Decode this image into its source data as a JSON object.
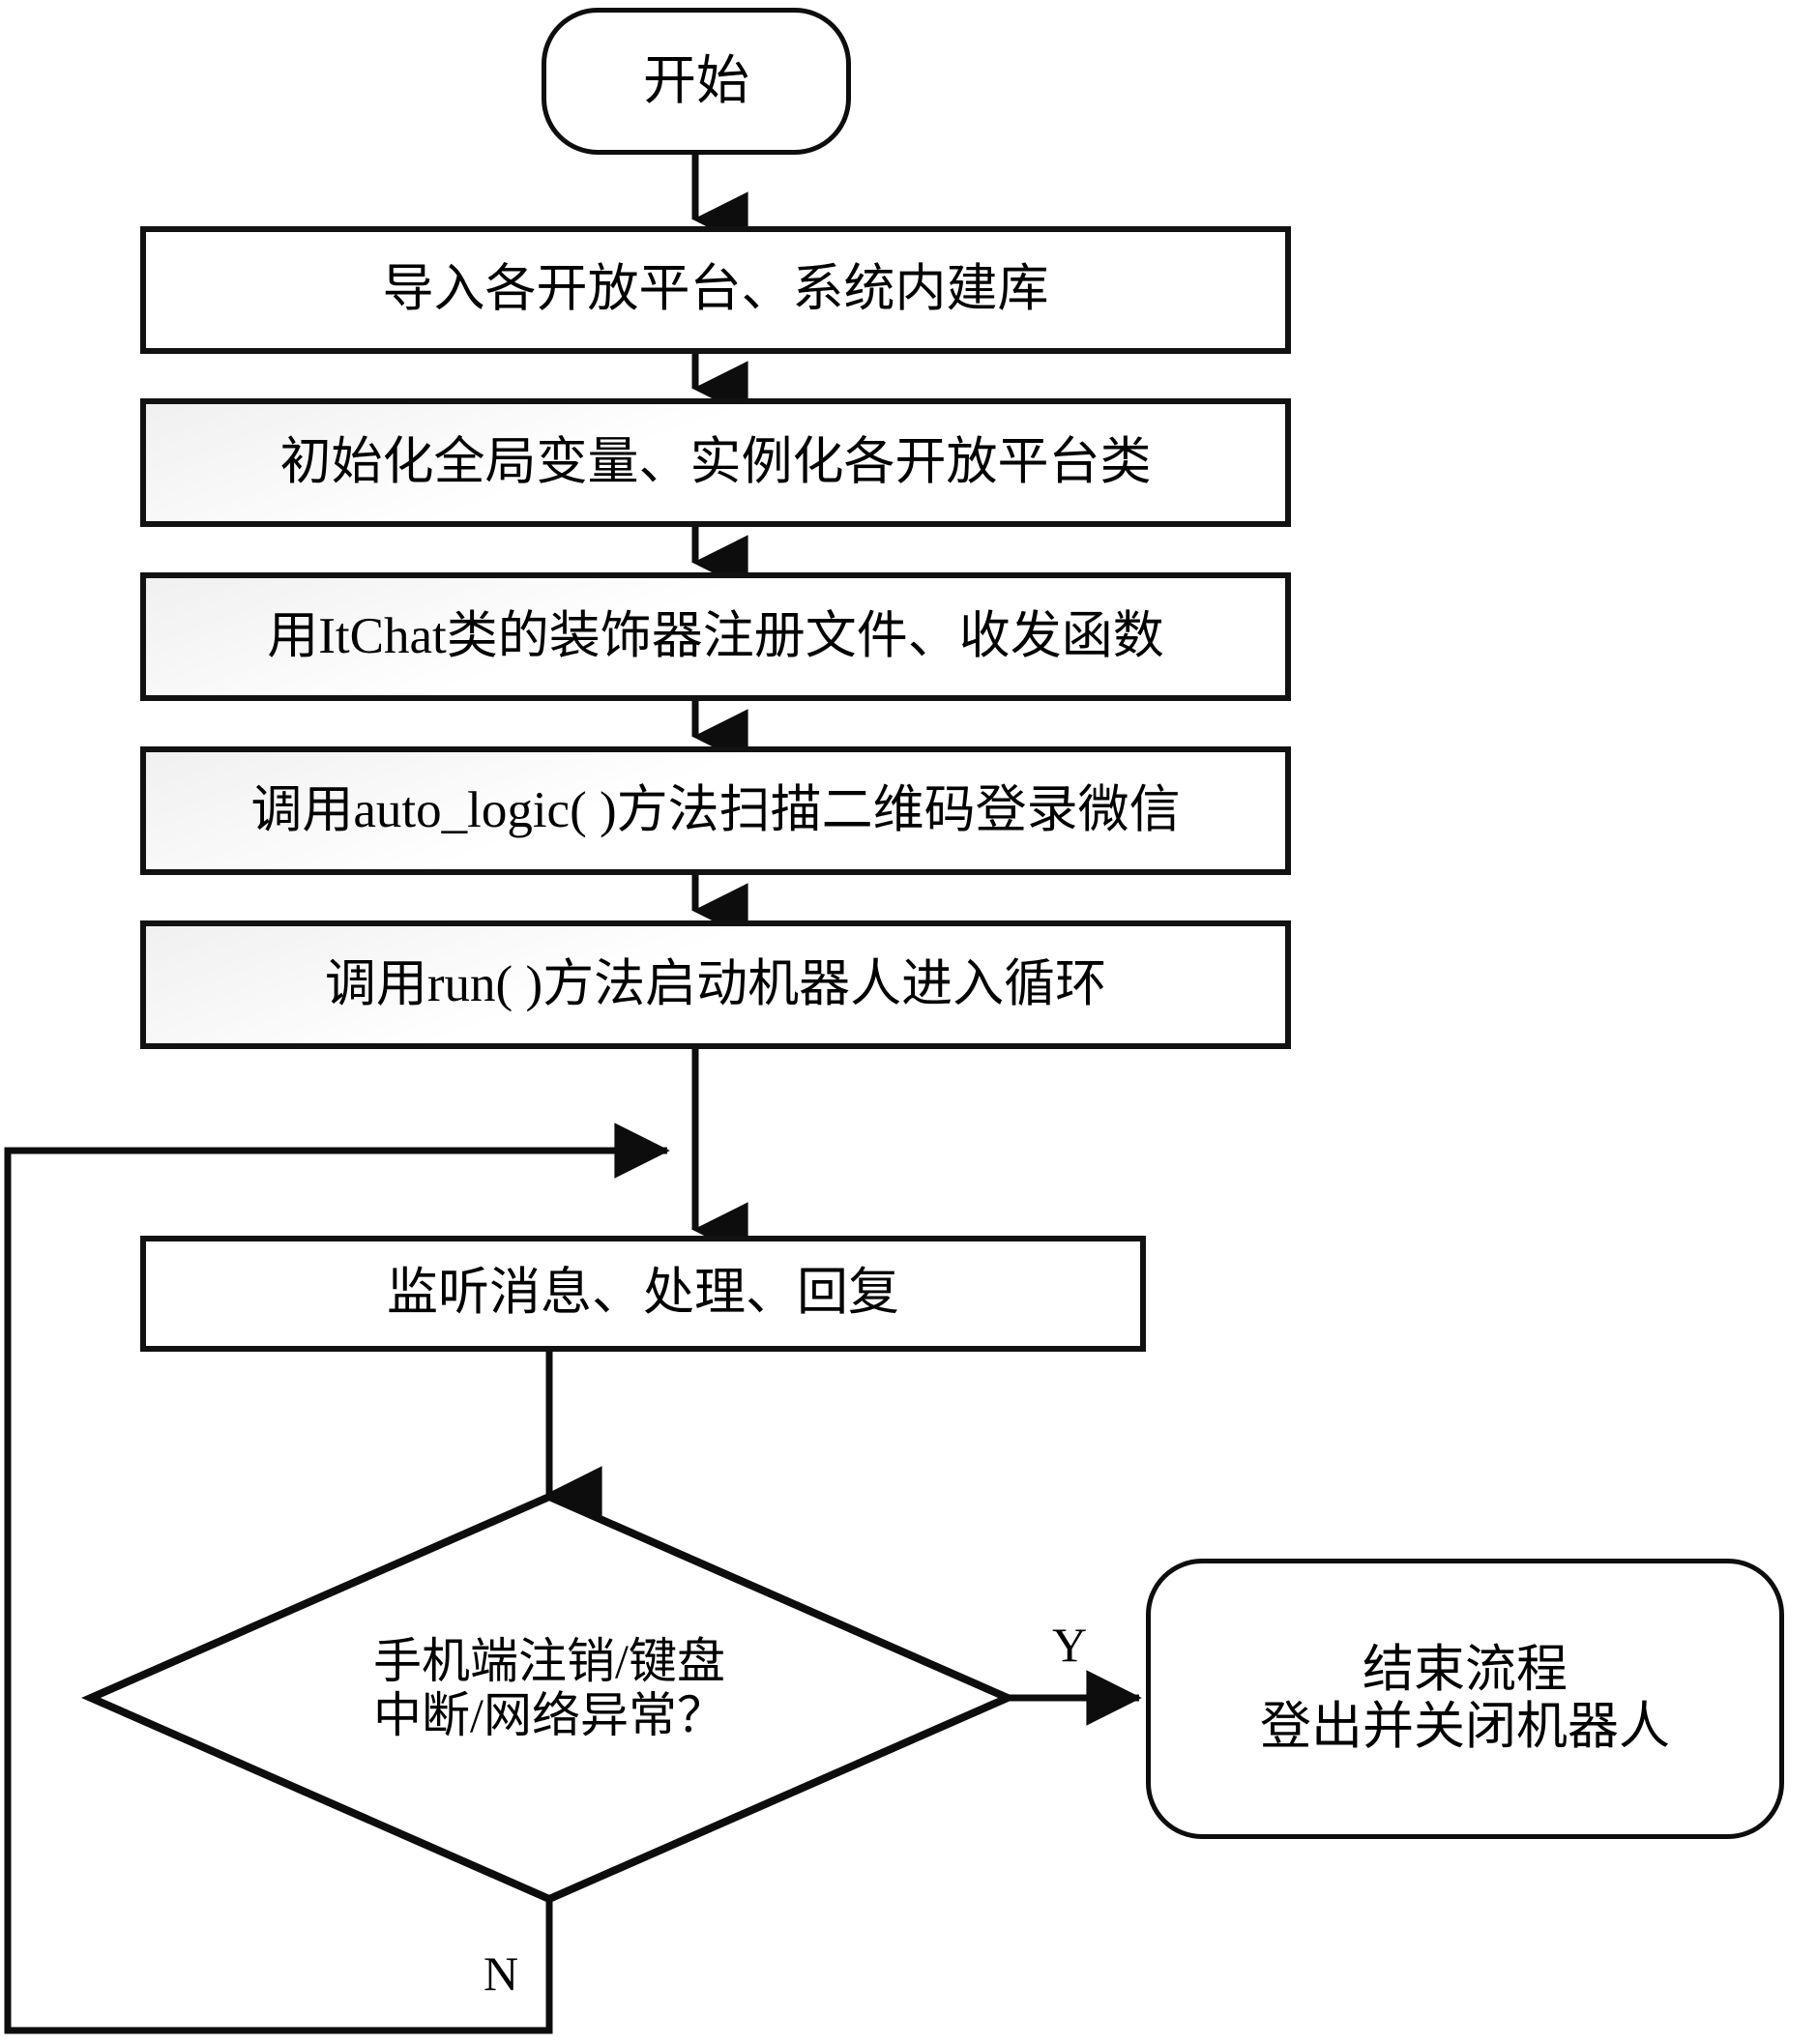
{
  "diagram": {
    "type": "flowchart",
    "direction": "top-to-bottom",
    "background": "#ffffff",
    "stroke_color": "#0d0d0d",
    "text_color": "#000000",
    "nodes": {
      "start": {
        "shape": "terminator",
        "label": "开始"
      },
      "import_libs": {
        "shape": "process",
        "label": "导入各开放平台、系统内建库"
      },
      "init_globals": {
        "shape": "process",
        "label": "初始化全局变量、实例化各开放平台类"
      },
      "register_decorators": {
        "shape": "process",
        "label": "用ItChat类的装饰器注册文件、收发函数"
      },
      "auto_logic": {
        "shape": "process",
        "label": "调用auto_logic( )方法扫描二维码登录微信"
      },
      "run_method": {
        "shape": "process",
        "label": "调用run( )方法启动机器人进入循环"
      },
      "listen_loop": {
        "shape": "process",
        "label": "监听消息、处理、回复"
      },
      "decision": {
        "shape": "diamond",
        "label_line1": "手机端注销/键盘",
        "label_line2": "中断/网络异常？"
      },
      "end": {
        "shape": "terminator",
        "label_line1": "结束流程",
        "label_line2": "登出并关闭机器人"
      }
    },
    "edge_labels": {
      "yes": "Y",
      "no": "N"
    }
  }
}
